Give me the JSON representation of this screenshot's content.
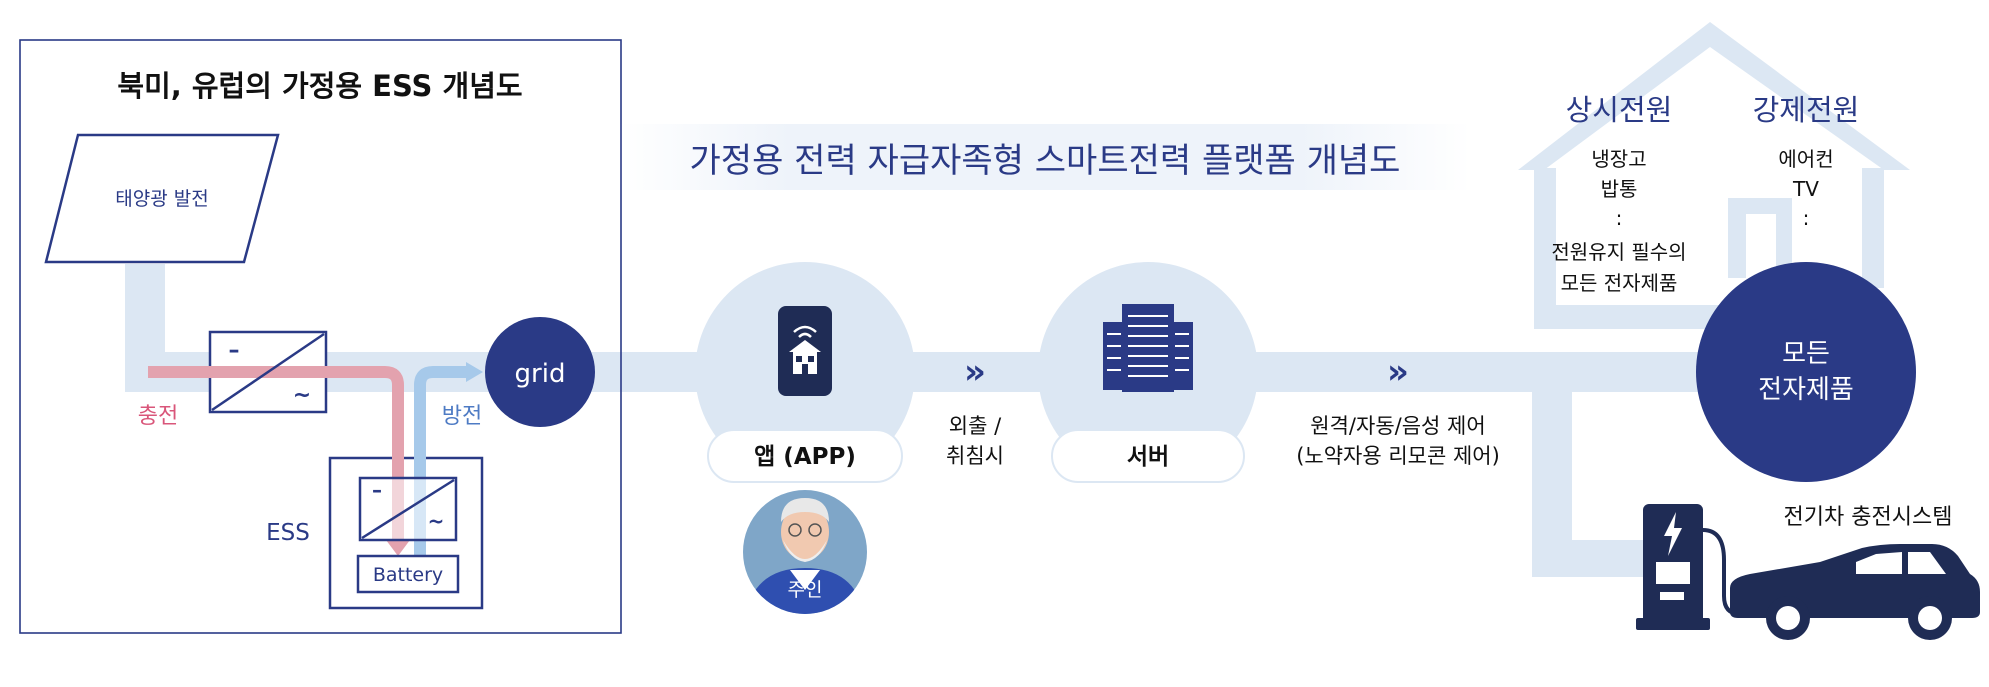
{
  "ess_panel": {
    "title": "북미, 유럽의 가정용 ESS 개념도",
    "solar_label": "태양광 발전",
    "charge_label": "충전",
    "discharge_label": "방전",
    "grid_label": "grid",
    "ess_label": "ESS",
    "battery_label": "Battery",
    "converter_dc_symbol": "–",
    "converter_ac_symbol": "~"
  },
  "platform_title": "가정용 전력 자급자족형 스마트전력 플랫폼 개념도",
  "app_node": {
    "label": "앱 (APP)"
  },
  "owner": {
    "label": "주인"
  },
  "step1": {
    "arrow": "»",
    "line1": "외출 /",
    "line2": "취침시"
  },
  "server_node": {
    "label": "서버"
  },
  "step2": {
    "arrow": "»",
    "line1": "원격/자동/음성 제어",
    "line2": "(노약자용 리모콘 제어)"
  },
  "house": {
    "col1": {
      "title": "상시전원",
      "lines": [
        "냉장고",
        "밥통",
        ":",
        "전원유지 필수의",
        "모든 전자제품"
      ]
    },
    "col2": {
      "title": "강제전원",
      "lines": [
        "에어컨",
        "TV",
        ":"
      ]
    },
    "center": {
      "line1": "모든",
      "line2": "전자제품"
    }
  },
  "ev": {
    "label": "전기차 충전시스템"
  },
  "colors": {
    "navy": "#2a3a86",
    "flow": "#dce7f3",
    "charge": "#e3a2ae",
    "discharge": "#a6c9ea",
    "dark_icon": "#1f2c55"
  }
}
